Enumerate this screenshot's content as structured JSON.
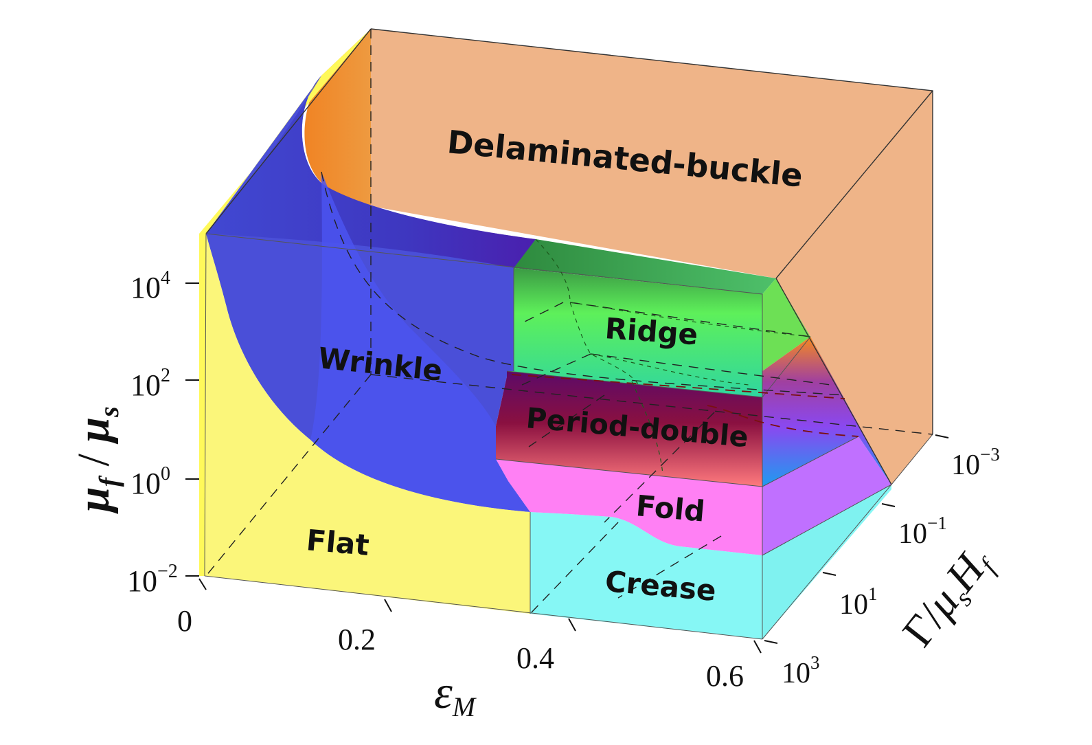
{
  "regions": {
    "delaminated": "Delaminated-buckle",
    "wrinkle": "Wrinkle",
    "ridge": "Ridge",
    "period_double": "Period-double",
    "fold": "Fold",
    "flat": "Flat",
    "crease": "Crease"
  },
  "axes": {
    "x": {
      "label_main": "ε",
      "label_sub": "M",
      "ticks": [
        "0",
        "0.2",
        "0.4",
        "0.6"
      ]
    },
    "y": {
      "label_mu1": "μ",
      "label_sub1": "f",
      "label_slash": " / ",
      "label_mu2": "μ",
      "label_sub2": "s",
      "ticks": [
        {
          "base": "10",
          "exp": "−2"
        },
        {
          "base": "10",
          "exp": "0"
        },
        {
          "base": "10",
          "exp": "2"
        },
        {
          "base": "10",
          "exp": "4"
        }
      ]
    },
    "z": {
      "label_gamma": "Γ",
      "label_slash": "/",
      "label_mu": "μ",
      "label_sub_s": "s",
      "label_h": "H",
      "label_sub_f": "f",
      "ticks": [
        {
          "base": "10",
          "exp": "−3"
        },
        {
          "base": "10",
          "exp": "−1"
        },
        {
          "base": "10",
          "exp": "1"
        },
        {
          "base": "10",
          "exp": "3"
        }
      ]
    }
  },
  "colors": {
    "delaminated": "#efb488",
    "delaminated_dark": "#f08a2a",
    "wrinkle": "#4a4fd8",
    "wrinkle_front": "#4b54f0",
    "flat": "#fbf67a",
    "flat_side": "#fff95a",
    "crease": "#86f7f5",
    "fold": "#ff80f4",
    "period_double_red": "#ff7c80",
    "ridge_green": "#5ff45e"
  }
}
